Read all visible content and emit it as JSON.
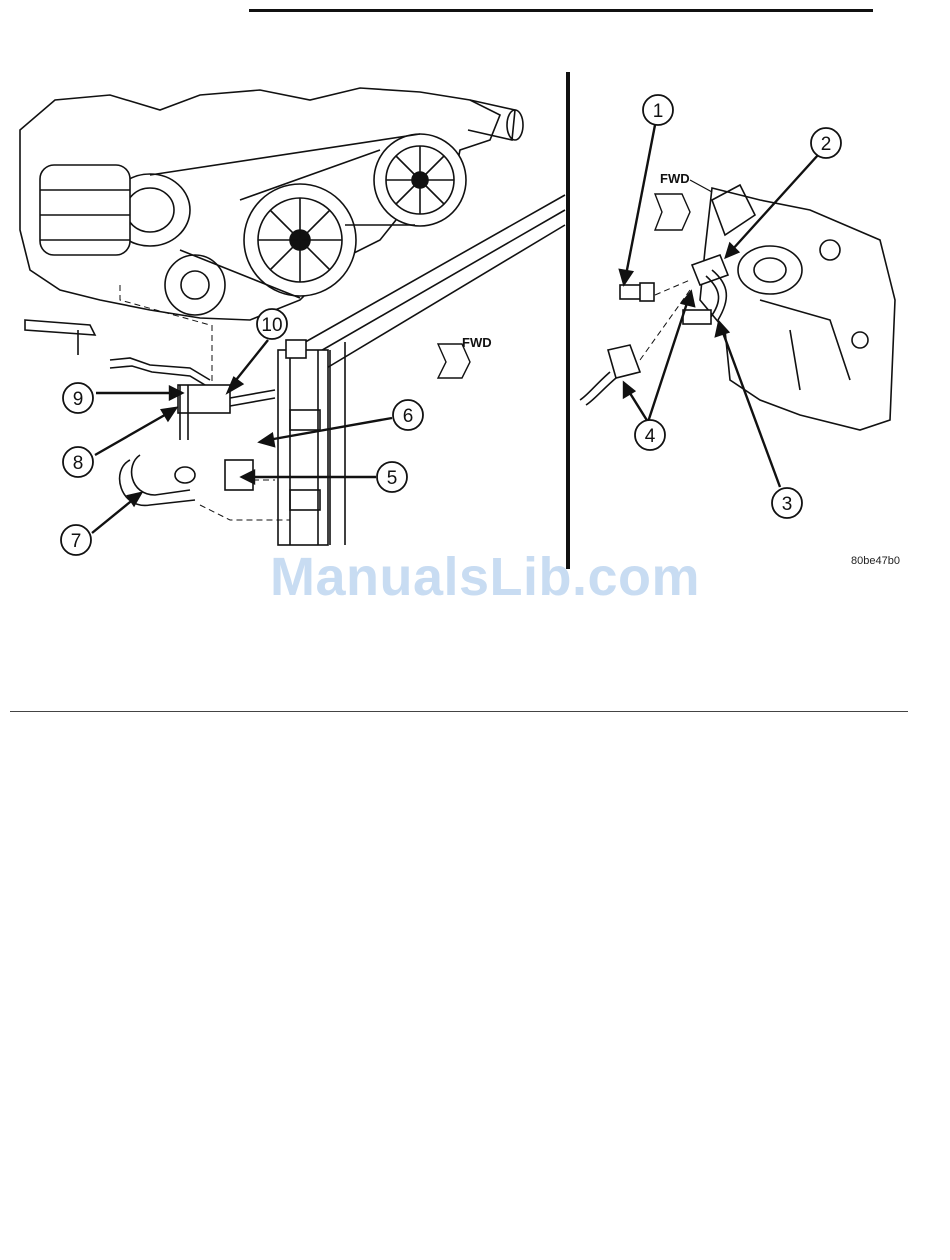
{
  "figure": {
    "code": "80be47b0",
    "left_panel": {
      "fwd_label": "FWD",
      "callouts": [
        "10",
        "9",
        "8",
        "7",
        "6",
        "5"
      ]
    },
    "right_panel": {
      "fwd_label": "FWD",
      "callouts": [
        "1",
        "2",
        "3",
        "4"
      ]
    }
  },
  "watermark": "ManualsLib.com"
}
